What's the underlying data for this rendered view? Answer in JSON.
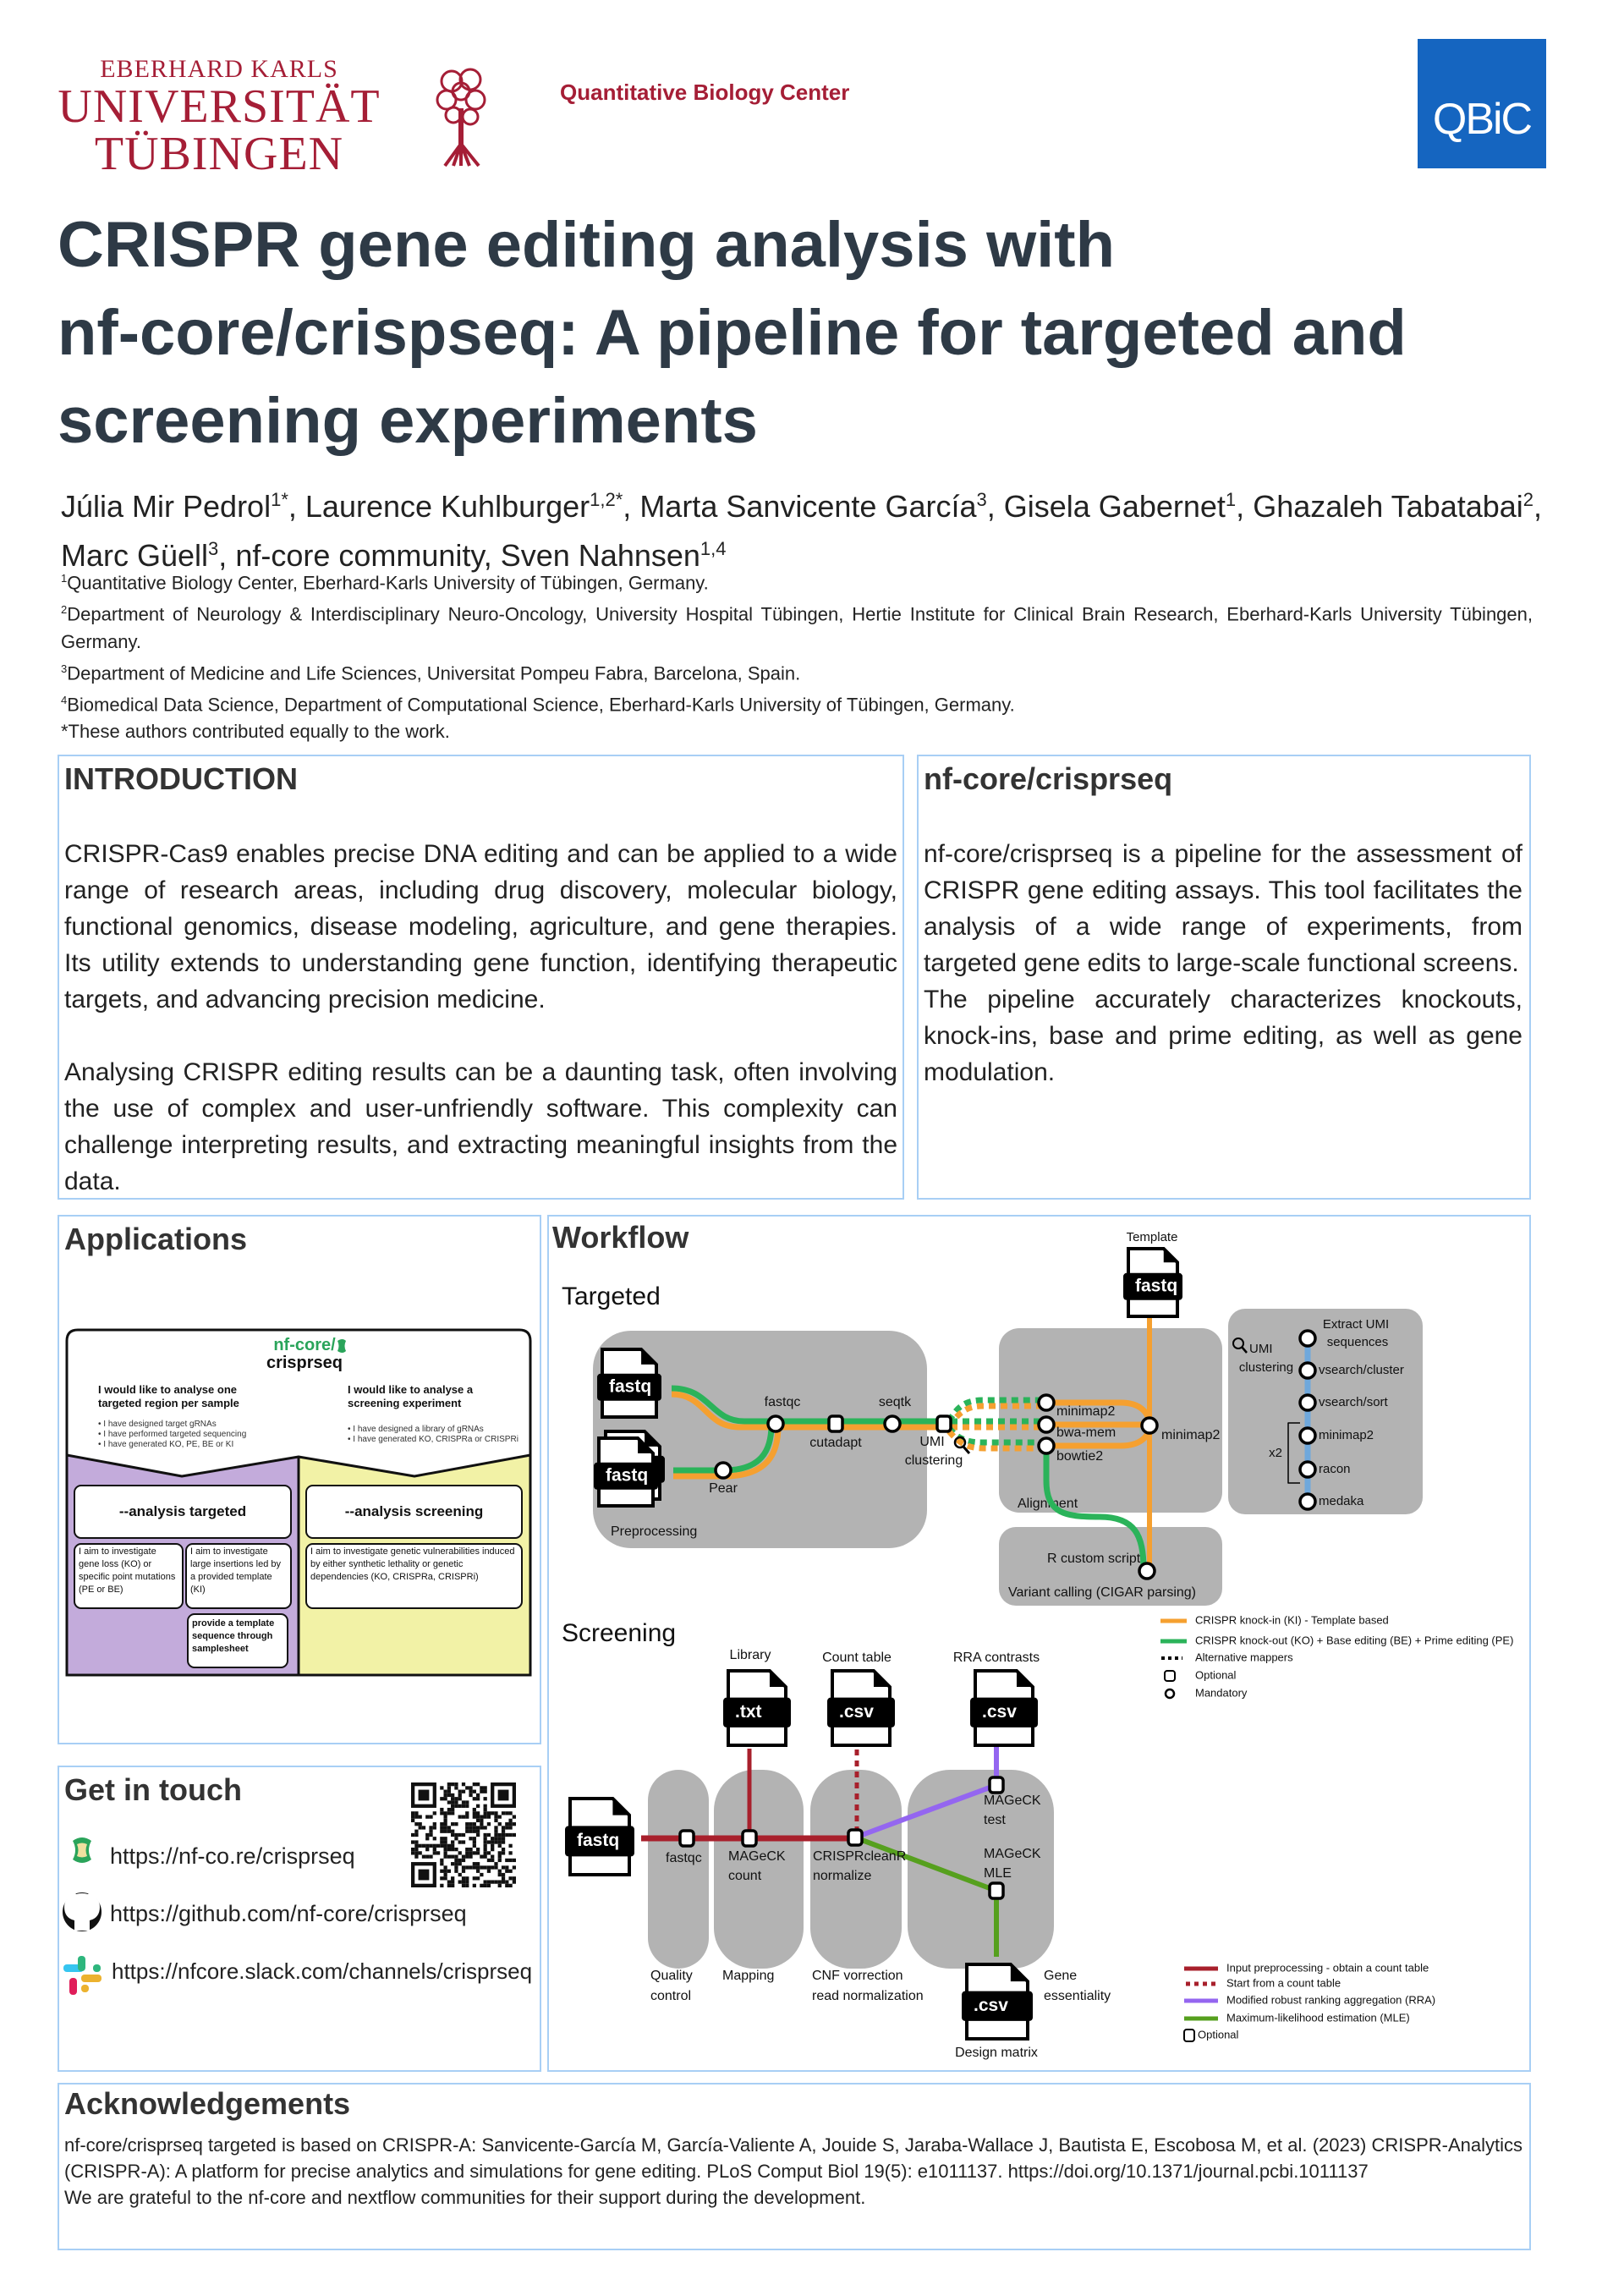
{
  "header": {
    "university_logo": [
      "EBERHARD KARLS",
      "UNIVERSITÄT",
      "TÜBINGEN"
    ],
    "center_name": "Quantitative Biology Center",
    "qbic_logo": "QBiC",
    "brand_colors": {
      "university": "#a51e36",
      "qbic": "#1565c0",
      "title": "#2e3a46",
      "panel_border": "#a8cff5"
    }
  },
  "title_lines": [
    "CRISPR gene editing analysis with",
    "nf-core/crispseq: A pipeline for targeted and",
    "screening experiments"
  ],
  "authors": [
    {
      "name": "Júlia Mir Pedrol",
      "sup": "1*",
      "sep": ", "
    },
    {
      "name": "Laurence Kuhlburger",
      "sup": "1,2*",
      "sep": ", "
    },
    {
      "name": "Marta Sanvicente García",
      "sup": "3",
      "sep": ", "
    },
    {
      "name": "Gisela Gabernet",
      "sup": "1",
      "sep": ", "
    },
    {
      "name": "Ghazaleh Tabatabai",
      "sup": "2",
      "sep": ", "
    },
    {
      "name": "Marc Güell",
      "sup": "3",
      "sep": ", "
    },
    {
      "name": "nf-core community",
      "sup": "",
      "sep": ", "
    },
    {
      "name": "Sven Nahnsen",
      "sup": "1,4",
      "sep": ""
    }
  ],
  "affiliations": [
    {
      "sup": "1",
      "text": "Quantitative Biology Center, Eberhard-Karls University of Tübingen, Germany."
    },
    {
      "sup": "2",
      "text": "Department of Neurology & Interdisciplinary Neuro-Oncology, University Hospital Tübingen, Hertie Institute for Clinical Brain Research, Eberhard-Karls University Tübingen, Germany."
    },
    {
      "sup": "3",
      "text": "Department of Medicine and Life Sciences, Universitat Pompeu Fabra, Barcelona, Spain."
    },
    {
      "sup": "4",
      "text": "Biomedical Data Science, Department of Computational Science, Eberhard-Karls University of Tübingen, Germany."
    },
    {
      "sup": "",
      "text": "*These authors contributed equally to the work."
    }
  ],
  "introduction": {
    "heading": "INTRODUCTION",
    "p1": "CRISPR-Cas9 enables precise DNA editing and can be applied to a wide range of research areas, including drug discovery, molecular biology, functional genomics, disease modeling, agriculture, and gene therapies. Its utility extends to understanding gene function, identifying therapeutic targets, and advancing precision medicine.",
    "p2": "Analysing CRISPR editing results can be a daunting task, often involving the use of complex and user-unfriendly software. This complexity can challenge interpreting results, and extracting meaningful insights from the data."
  },
  "crisprseq": {
    "heading": "nf-core/crisprseq",
    "p1": "nf-core/crisprseq is a pipeline for the assessment of CRISPR gene editing assays. This tool facilitates the analysis of a wide range of experiments, from targeted gene edits to large-scale functional screens.",
    "p2": "The pipeline accurately characterizes knockouts, knock-ins, base and prime editing, as well as gene modulation."
  },
  "applications": {
    "heading": "Applications",
    "logo_top": "nf-core/",
    "logo_bottom": "crisprseq",
    "targeted": {
      "question": "I would like to analyse one targeted region per sample",
      "bullets": [
        "• I have designed target gRNAs",
        "• I have performed targeted sequencing",
        "• I have generated KO, PE, BE or KI"
      ],
      "flag": "--analysis targeted",
      "aim_ko": "I aim to investigate gene loss (KO) or specific point mutations (PE or BE)",
      "aim_ki": "I aim to investigate large insertions led by a provided template (KI)",
      "template_note": "provide a template sequence through samplesheet",
      "color": "#c3abdb"
    },
    "screening": {
      "question": "I would like to analyse a screening experiment",
      "bullets": [
        "• I have designed a library of gRNAs",
        "• I have generated KO, CRISPRa or CRISPRi"
      ],
      "flag": "--analysis screening",
      "aim": "I aim to investigate genetic vulnerabilities induced by either synthetic lethality or genetic dependencies (KO, CRISPRa, CRISPRi)",
      "color": "#f2f2a6"
    }
  },
  "get_in_touch": {
    "heading": "Get in touch",
    "links": [
      {
        "icon": "nf-core-icon",
        "text": "https://nf-co.re/crisprseq"
      },
      {
        "icon": "github-icon",
        "text": "https://github.com/nf-core/crisprseq"
      },
      {
        "icon": "slack-icon",
        "text": "https://nfcore.slack.com/channels/crisprseq"
      }
    ]
  },
  "workflow": {
    "heading": "Workflow",
    "targeted": {
      "title": "Targeted",
      "file": "fastq",
      "template_label": "Template",
      "steps": {
        "fastqc": "fastqc",
        "cutadapt": "cutadapt",
        "seqtk": "seqtk",
        "umi_1": "UMI",
        "umi_2": "clustering",
        "pear": "Pear",
        "minimap2": "minimap2",
        "bwa": "bwa-mem",
        "bowtie2": "bowtie2",
        "merge": "minimap2",
        "rscript": "R custom script"
      },
      "groups": {
        "preprocessing": "Preprocessing",
        "alignment": "Alignment",
        "variant": "Variant calling (CIGAR parsing)"
      },
      "umi": {
        "label_1": "UMI",
        "label_2": "clustering",
        "steps": [
          "Extract UMI",
          "sequences",
          "vsearch/cluster",
          "vsearch/sort",
          "minimap2",
          "racon",
          "medaka"
        ],
        "repeat": "x2"
      },
      "legend": [
        {
          "label": "CRISPR knock-in (KI) - Template based",
          "type": "line",
          "color": "#f5a030"
        },
        {
          "label": "CRISPR knock-out (KO) + Base editing (BE) + Prime editing (PE)",
          "type": "line",
          "color": "#2bb35a"
        },
        {
          "label": "Alternative mappers",
          "type": "dots",
          "color": "#000000"
        },
        {
          "label": "Optional",
          "type": "square",
          "color": "#000000"
        },
        {
          "label": "Mandatory",
          "type": "circle",
          "color": "#000000"
        }
      ]
    },
    "screening": {
      "title": "Screening",
      "files": {
        "fastq": "fastq",
        "library": ".txt",
        "count": ".csv",
        "rra": ".csv",
        "design": ".csv"
      },
      "file_labels": {
        "library": "Library",
        "count": "Count table",
        "rra": "RRA contrasts",
        "design": "Design matrix"
      },
      "steps": {
        "fastqc": "fastqc",
        "count_1": "MAGeCK",
        "count_2": "count",
        "clean_1": "CRISPRcleanR",
        "clean_2": "normalize",
        "test_1": "MAGeCK",
        "test_2": "test",
        "mle_1": "MAGeCK",
        "mle_2": "MLE"
      },
      "groups": {
        "qc_1": "Quality",
        "qc_2": "control",
        "mapping": "Mapping",
        "cnf_1": "CNF vorrection",
        "cnf_2": "read normalization",
        "gene_1": "Gene",
        "gene_2": "essentiality"
      },
      "legend": [
        {
          "label": "Input preprocessing - obtain a count table",
          "type": "line",
          "color": "#a8202c"
        },
        {
          "label": "Start from a count table",
          "type": "dots",
          "color": "#a8202c"
        },
        {
          "label": "Modified robust ranking aggregation (RRA)",
          "type": "line",
          "color": "#9466f0"
        },
        {
          "label": "Maximum-likelihood estimation (MLE)",
          "type": "line",
          "color": "#56a01e"
        },
        {
          "label": "Optional",
          "type": "square",
          "color": "#000000"
        }
      ]
    }
  },
  "acknowledgements": {
    "heading": "Acknowledgements",
    "p1": "nf-core/crisprseq targeted is based on CRISPR-A: Sanvicente-García M, García-Valiente A, Jouide S, Jaraba-Wallace J, Bautista E, Escobosa M, et al. (2023) CRISPR-Analytics (CRISPR-A): A platform for precise analytics and simulations for gene editing. PLoS Comput Biol 19(5): e1011137. https://doi.org/10.1371/journal.pcbi.1011137",
    "p2": "We are grateful to the nf-core and nextflow communities for their support during the development."
  }
}
